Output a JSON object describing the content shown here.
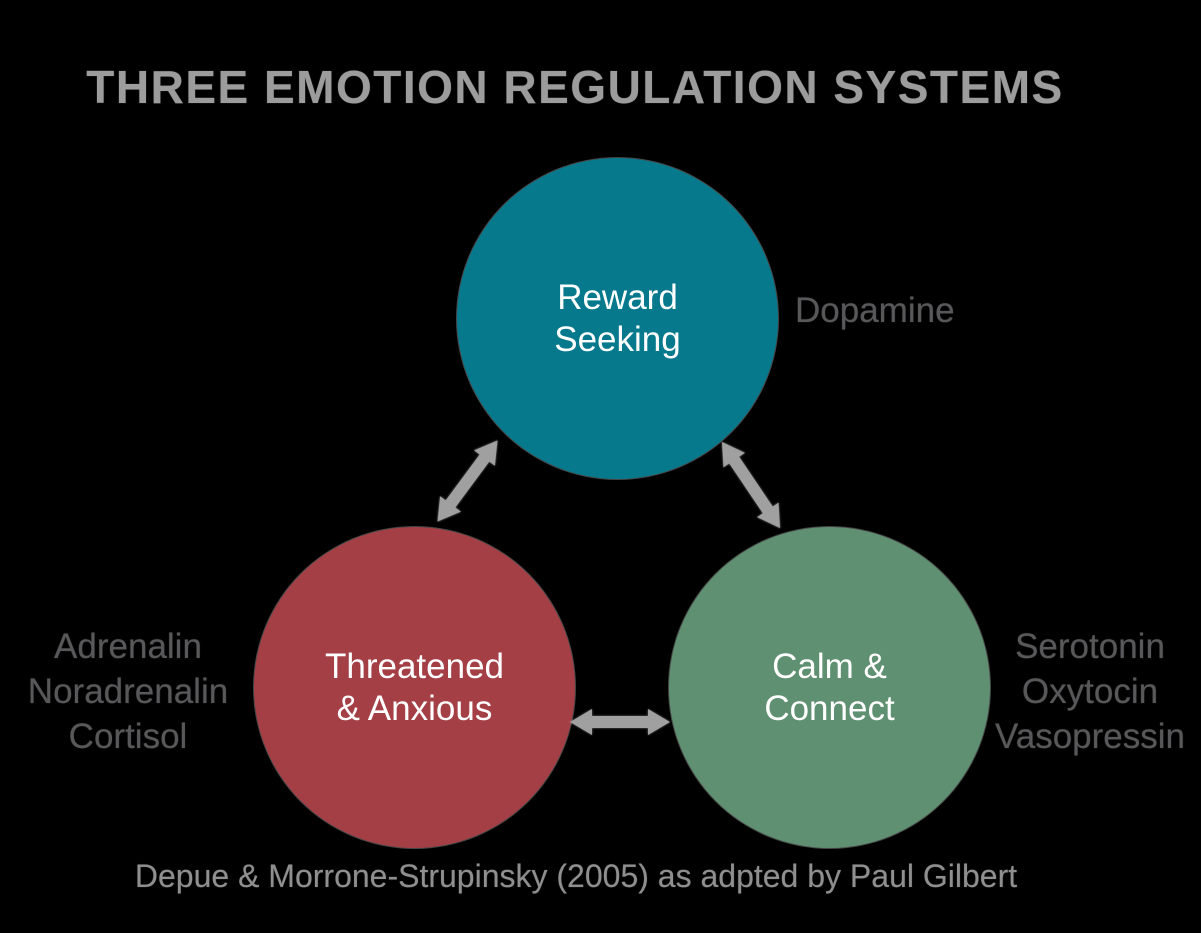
{
  "title": "THREE EMOTION REGULATION SYSTEMS",
  "systems": [
    {
      "name": "Reward Seeking",
      "label_lines": [
        "Reward",
        "Seeking"
      ],
      "color": "#06798d",
      "neurotransmitters": [
        "Dopamine"
      ]
    },
    {
      "name": "Threatened & Anxious",
      "label_lines": [
        "Threatened",
        "& Anxious"
      ],
      "color": "#a43f46",
      "neurotransmitters": [
        "Adrenalin",
        "Noradrenalin",
        "Cortisol"
      ]
    },
    {
      "name": "Calm & Connect",
      "label_lines": [
        "Calm &",
        "Connect"
      ],
      "color": "#5f9071",
      "neurotransmitters": [
        "Serotonin",
        "Oxytocin",
        "Vasopressin"
      ]
    }
  ],
  "arrows": {
    "color": "#a0a0a0",
    "connections": [
      "Reward Seeking <-> Threatened & Anxious",
      "Reward Seeking <-> Calm & Connect",
      "Threatened & Anxious <-> Calm & Connect"
    ]
  },
  "citation": "Depue & Morrone-Strupinsky (2005) as adpted by Paul Gilbert",
  "colors": {
    "background": "#000000",
    "title_text": "#9c9c9c",
    "side_label_text": "#58585a",
    "citation_text": "#8f8f8f",
    "circle_text": "#ffffff"
  }
}
